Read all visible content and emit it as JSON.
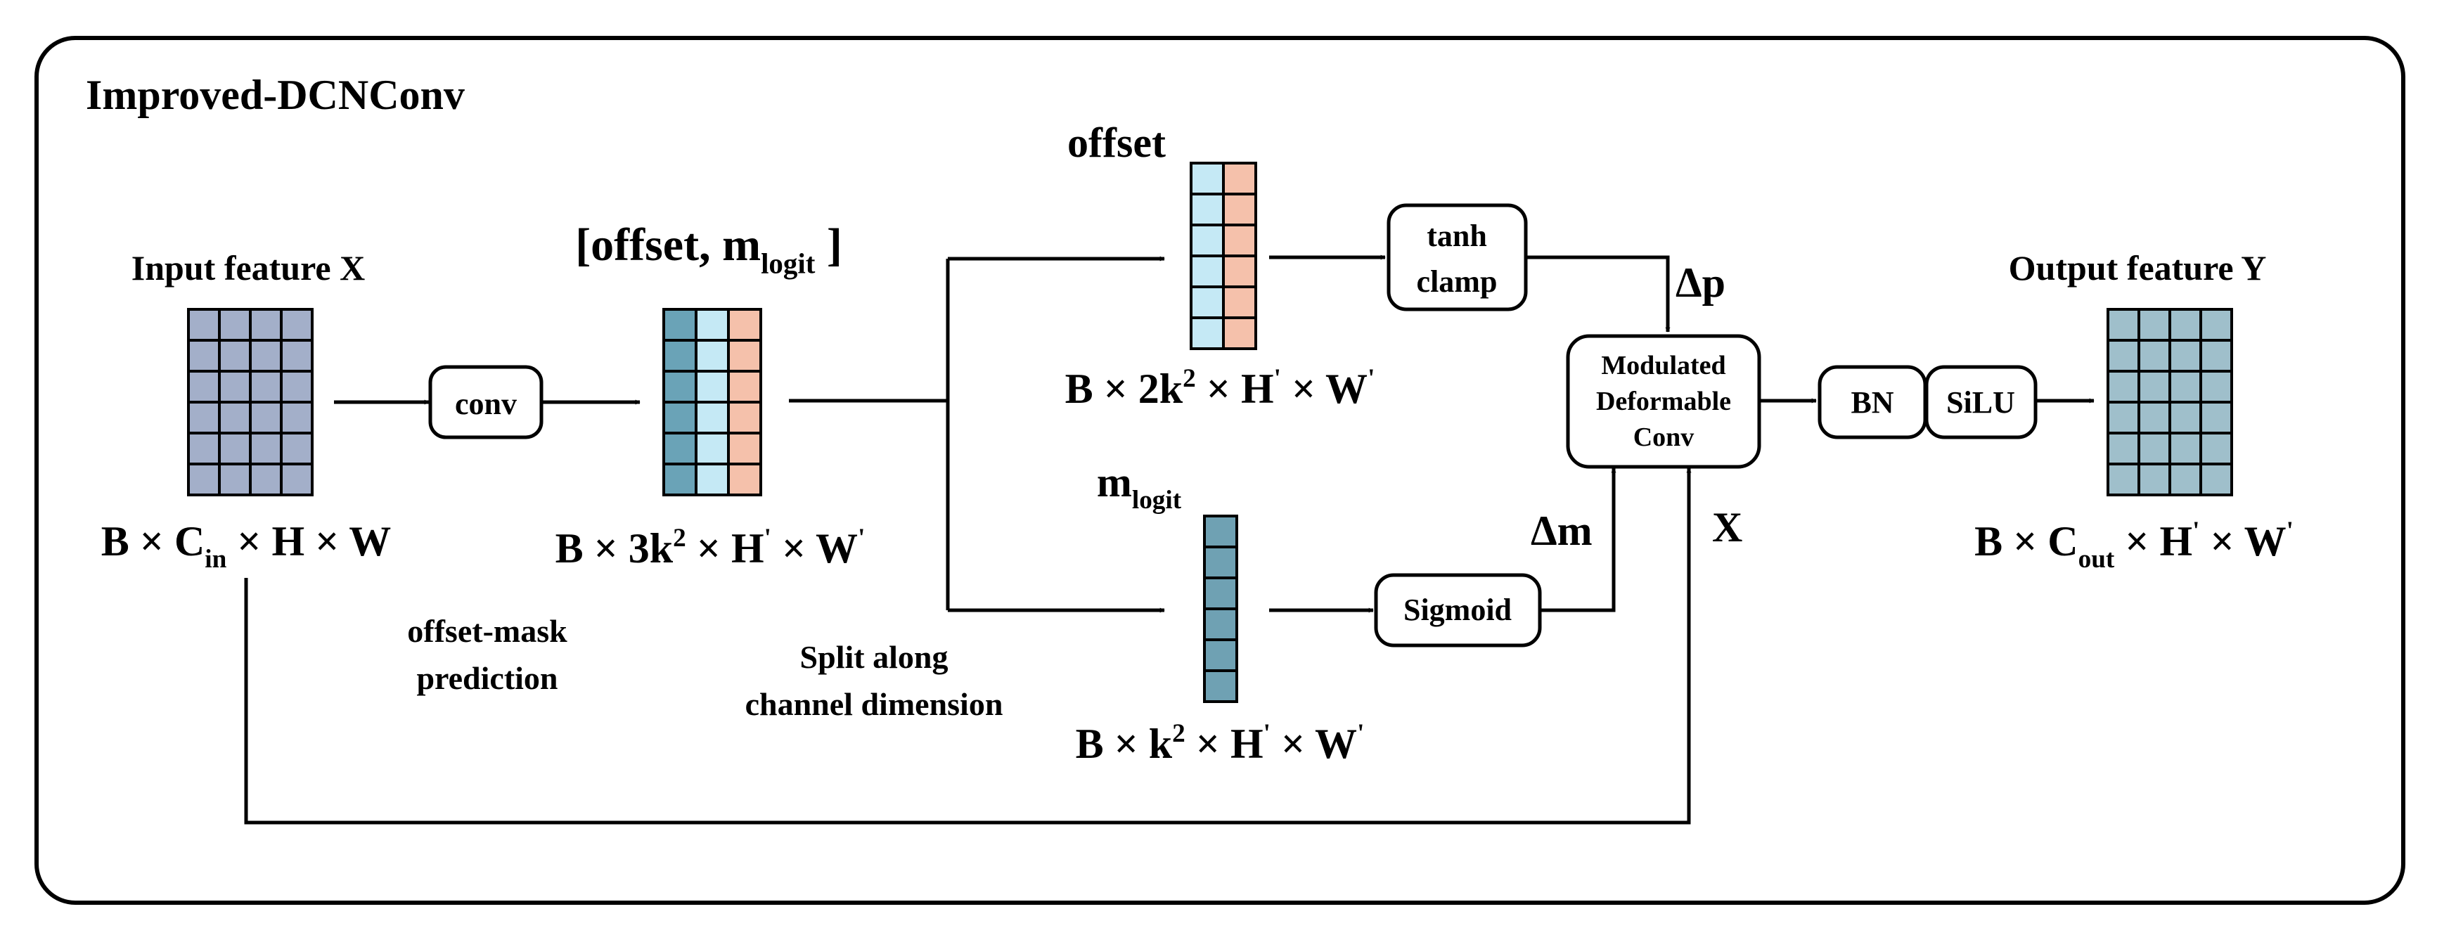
{
  "title": "Improved-DCNConv",
  "colors": {
    "input_cells": "#a3afc9",
    "offset_dark": "#6aa3b7",
    "offset_light": "#c5e9f5",
    "offset_salmon": "#f5c1ab",
    "mask_cells": "#6fa1b3",
    "output_cells": "#9fbfcb"
  },
  "input": {
    "label": "Input feature X",
    "shape": "B × C<sub>in</sub> × H × W"
  },
  "conv": {
    "label": "conv"
  },
  "offset_mask_prediction": {
    "line1": "offset-mask",
    "line2": "prediction"
  },
  "combined": {
    "label": "[offset, m<sub>logit</sub> ]",
    "shape": "B × 3k<sup>2</sup> × H<sup>'</sup> × W<sup>'</sup>"
  },
  "split": {
    "line1": "Split along",
    "line2": "channel dimension"
  },
  "offset": {
    "label": "offset",
    "shape": "B × 2k<sup>2</sup> × H<sup>'</sup> × W<sup>'</sup>"
  },
  "mask": {
    "label": "m<sub>logit</sub>",
    "shape": "B × k<sup>2</sup> × H<sup>'</sup> × W<sup>'</sup>"
  },
  "tanh_clamp": {
    "line1": "tanh",
    "line2": "clamp"
  },
  "sigmoid": {
    "label": "Sigmoid"
  },
  "delta_p": "Δp",
  "delta_m": "Δm",
  "x_label": "X",
  "mdc": {
    "line1": "Modulated",
    "line2": "Deformable",
    "line3": "Conv"
  },
  "bn": {
    "label": "BN"
  },
  "silu": {
    "label": "SiLU"
  },
  "output": {
    "label": "Output feature Y",
    "shape": "B × C<sub>out</sub> × H<sup>'</sup> × W<sup>'</sup>"
  }
}
